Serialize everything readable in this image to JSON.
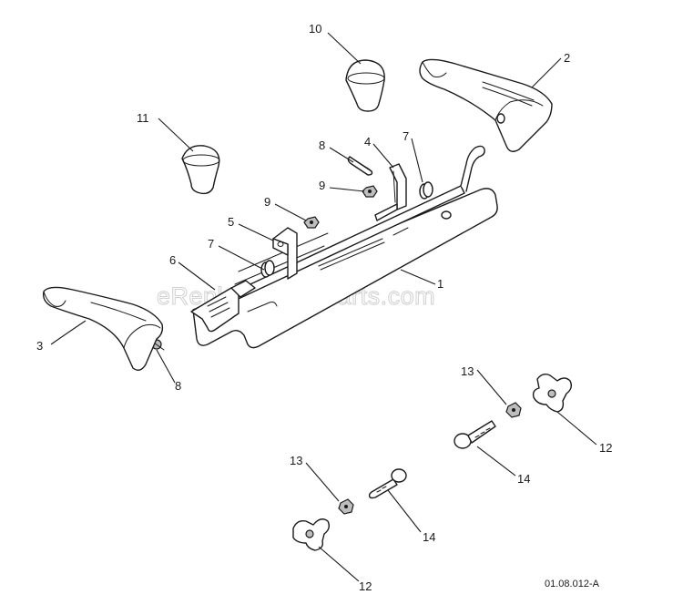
{
  "watermark": "eReplacementParts.com",
  "drawing_code": "01.08.012-A",
  "callouts": [
    "1",
    "2",
    "3",
    "4",
    "5",
    "6",
    "7",
    "7",
    "8",
    "8",
    "9",
    "9",
    "10",
    "11",
    "12",
    "12",
    "13",
    "13",
    "14",
    "14"
  ],
  "parts": [
    {
      "name": "shaft-assembly-plate-icon",
      "callout": "1"
    },
    {
      "name": "right-handle-grip-icon",
      "callout": "2"
    },
    {
      "name": "left-handle-grip-icon",
      "callout": "3"
    },
    {
      "name": "right-bracket-icon",
      "callout": "4"
    },
    {
      "name": "left-bracket-icon",
      "callout": "5"
    },
    {
      "name": "spring-clip-icon",
      "callout": "6"
    },
    {
      "name": "collar-icon",
      "callout": "7"
    },
    {
      "name": "pin-icon",
      "callout": "8"
    },
    {
      "name": "nut-icon",
      "callout": "9"
    },
    {
      "name": "knob-icon",
      "callout": "10"
    },
    {
      "name": "knob-icon",
      "callout": "11"
    },
    {
      "name": "star-knob-icon",
      "callout": "12"
    },
    {
      "name": "locknut-icon",
      "callout": "13"
    },
    {
      "name": "carriage-bolt-icon",
      "callout": "14"
    }
  ]
}
